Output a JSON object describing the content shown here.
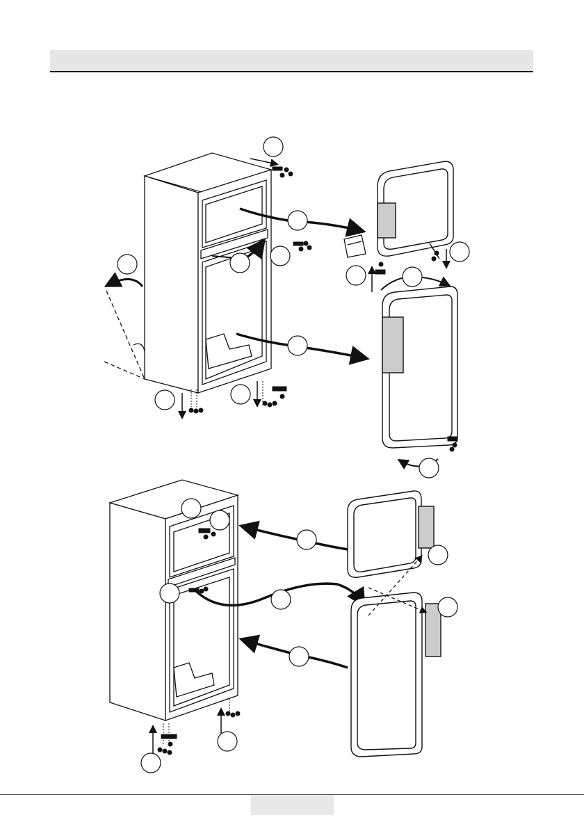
{
  "header": {
    "title": ""
  },
  "colors": {
    "header_band": "#e6e6e6",
    "line": "#111111"
  },
  "callouts": [
    {
      "id": "c1",
      "label": ""
    },
    {
      "id": "c2",
      "label": ""
    },
    {
      "id": "c3",
      "label": ""
    },
    {
      "id": "c4",
      "label": ""
    },
    {
      "id": "c5",
      "label": ""
    },
    {
      "id": "c6",
      "label": ""
    },
    {
      "id": "c7",
      "label": ""
    },
    {
      "id": "c8",
      "label": ""
    },
    {
      "id": "c9",
      "label": ""
    },
    {
      "id": "c10",
      "label": ""
    },
    {
      "id": "c11",
      "label": ""
    },
    {
      "id": "c12",
      "label": ""
    },
    {
      "id": "c13",
      "label": ""
    },
    {
      "id": "c14",
      "label": ""
    },
    {
      "id": "c15",
      "label": ""
    },
    {
      "id": "c16",
      "label": ""
    },
    {
      "id": "c17",
      "label": ""
    },
    {
      "id": "c18",
      "label": ""
    },
    {
      "id": "c19",
      "label": ""
    },
    {
      "id": "c20",
      "label": ""
    },
    {
      "id": "c21",
      "label": ""
    }
  ],
  "footer": {
    "page_number": ""
  }
}
